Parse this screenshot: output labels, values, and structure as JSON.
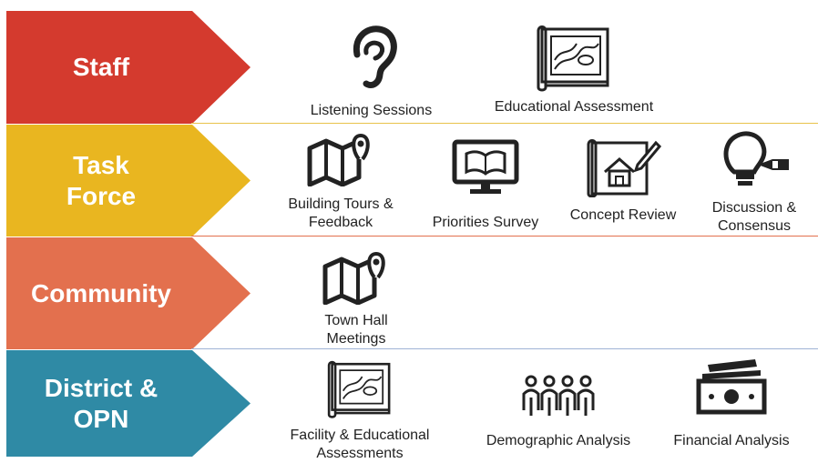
{
  "rows": [
    {
      "label": "Staff",
      "color": "#d43a2e",
      "items": [
        {
          "label": "Listening Sessions",
          "icon": "ear-icon"
        },
        {
          "label": "Educational Assessment",
          "icon": "blueprint-icon"
        }
      ]
    },
    {
      "label": "Task\nForce",
      "color": "#e9b620",
      "items": [
        {
          "label": "Building Tours &\nFeedback",
          "icon": "map-pin-icon"
        },
        {
          "label": "Priorities Survey",
          "icon": "monitor-book-icon"
        },
        {
          "label": "Concept Review",
          "icon": "house-plan-icon"
        },
        {
          "label": "Discussion &\nConsensus",
          "icon": "lightbulb-icon"
        }
      ]
    },
    {
      "label": "Community",
      "color": "#e3704e",
      "items": [
        {
          "label": "Town Hall\nMeetings",
          "icon": "map-pin-icon"
        }
      ]
    },
    {
      "label": "District &\nOPN",
      "color": "#2f8aa5",
      "items": [
        {
          "label": "Facility & Educational\nAssessments",
          "icon": "blueprint-icon"
        },
        {
          "label": "Demographic Analysis",
          "icon": "people-group-icon"
        },
        {
          "label": "Financial Analysis",
          "icon": "money-icon"
        }
      ]
    }
  ],
  "colors": {
    "rule_gold": "#e8c24a",
    "rule_orange": "#e3704e",
    "rule_blue": "#9fb3d6",
    "icon": "#222222"
  }
}
